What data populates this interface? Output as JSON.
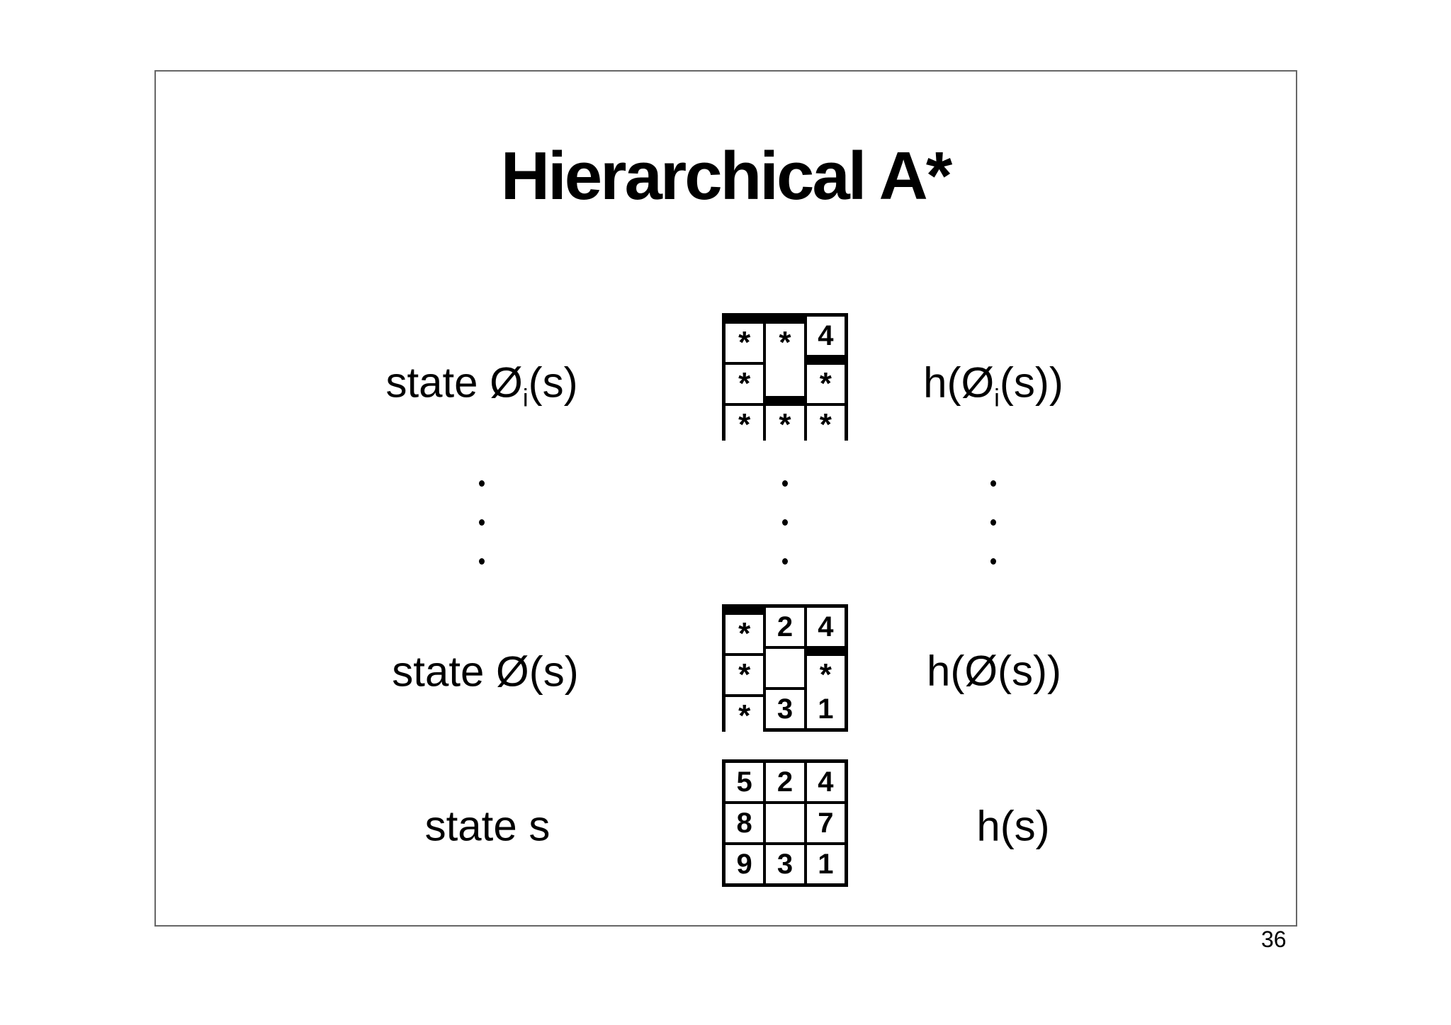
{
  "slide": {
    "title": "Hierarchical A*",
    "page_number": "36"
  },
  "rows": [
    {
      "level": "abstraction-level-i",
      "state_label": {
        "prefix": "state Ø",
        "sub": "i",
        "suffix": "(s)"
      },
      "heuristic_label": {
        "prefix": "h(Ø",
        "sub": "i",
        "suffix": "(s))"
      },
      "grid": [
        [
          "*",
          "*",
          "4"
        ],
        [
          "*",
          "",
          "*"
        ],
        [
          "*",
          "*",
          "*"
        ]
      ]
    },
    {
      "level": "abstraction-level-1",
      "state_label": {
        "prefix": "state Ø",
        "sub": "",
        "suffix": "(s)"
      },
      "heuristic_label": {
        "prefix": "h(Ø",
        "sub": "",
        "suffix": "(s))"
      },
      "grid": [
        [
          "*",
          "2",
          "4"
        ],
        [
          "*",
          "",
          "*"
        ],
        [
          "*",
          "3",
          "1"
        ]
      ]
    },
    {
      "level": "base-level",
      "state_label": {
        "prefix": "state s",
        "sub": "",
        "suffix": ""
      },
      "heuristic_label": {
        "prefix": "h(s)",
        "sub": "",
        "suffix": ""
      },
      "grid": [
        [
          "5",
          "2",
          "4"
        ],
        [
          "8",
          "",
          "7"
        ],
        [
          "9",
          "3",
          "1"
        ]
      ]
    }
  ],
  "ellipsis": {
    "columns": 3,
    "dots_per_column": 3
  }
}
